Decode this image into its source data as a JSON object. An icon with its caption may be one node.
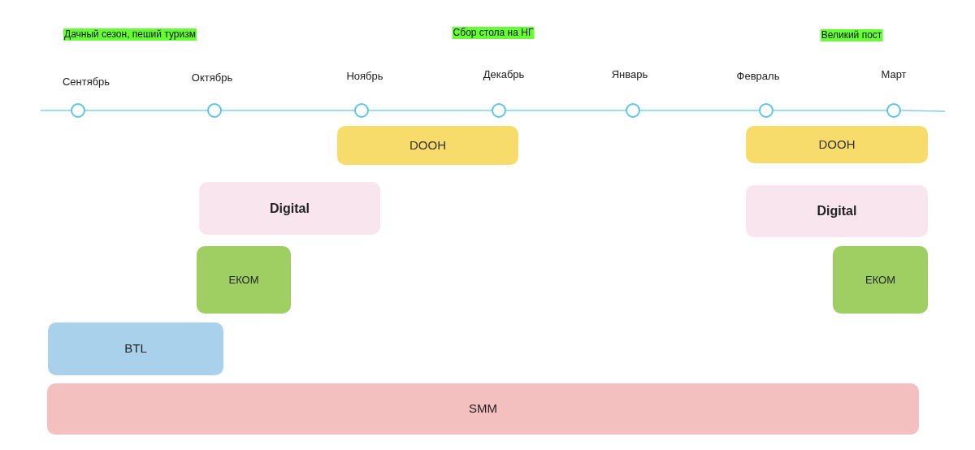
{
  "diagram": {
    "nodes": [
      {
        "text": [],
        "shape": "circle",
        "beside": [
          "Сентябрь"
        ]
      },
      {
        "text": [],
        "shape": "circle",
        "beside": [
          "Октябрь"
        ]
      },
      {
        "text": [],
        "shape": "circle",
        "beside": [
          "Ноябрь"
        ]
      },
      {
        "text": [],
        "shape": "circle",
        "beside": [
          "Декабрь"
        ]
      },
      {
        "text": [],
        "shape": "circle",
        "beside": [
          "Январь"
        ]
      },
      {
        "text": [],
        "shape": "circle",
        "beside": [
          "Февраль"
        ]
      },
      {
        "text": [],
        "shape": "circle",
        "beside": [
          "Март"
        ]
      },
      {
        "text": [
          "DOOH"
        ]
      },
      {
        "text": [
          "DOOH"
        ]
      },
      {
        "text": [
          "Digital"
        ]
      },
      {
        "text": [
          "Digital"
        ]
      },
      {
        "text": [
          "ЕКОМ"
        ]
      },
      {
        "text": [
          "ЕКОМ"
        ]
      },
      {
        "text": [
          "BTL"
        ]
      },
      {
        "text": [
          "SMM"
        ]
      }
    ],
    "edges": [
      {
        "from": 0,
        "to": 1,
        "arrow": "none"
      },
      {
        "from": 1,
        "to": 2,
        "arrow": "none"
      },
      {
        "from": 2,
        "to": 3,
        "arrow": "none"
      },
      {
        "from": 3,
        "to": 4,
        "arrow": "none"
      },
      {
        "from": 4,
        "to": 5,
        "arrow": "none"
      },
      {
        "from": 5,
        "to": 6,
        "arrow": "none"
      }
    ],
    "labels": [
      "Дачный сезон, пеший туризм",
      "Сбор стола на НГ",
      "Великий пост"
    ]
  }
}
